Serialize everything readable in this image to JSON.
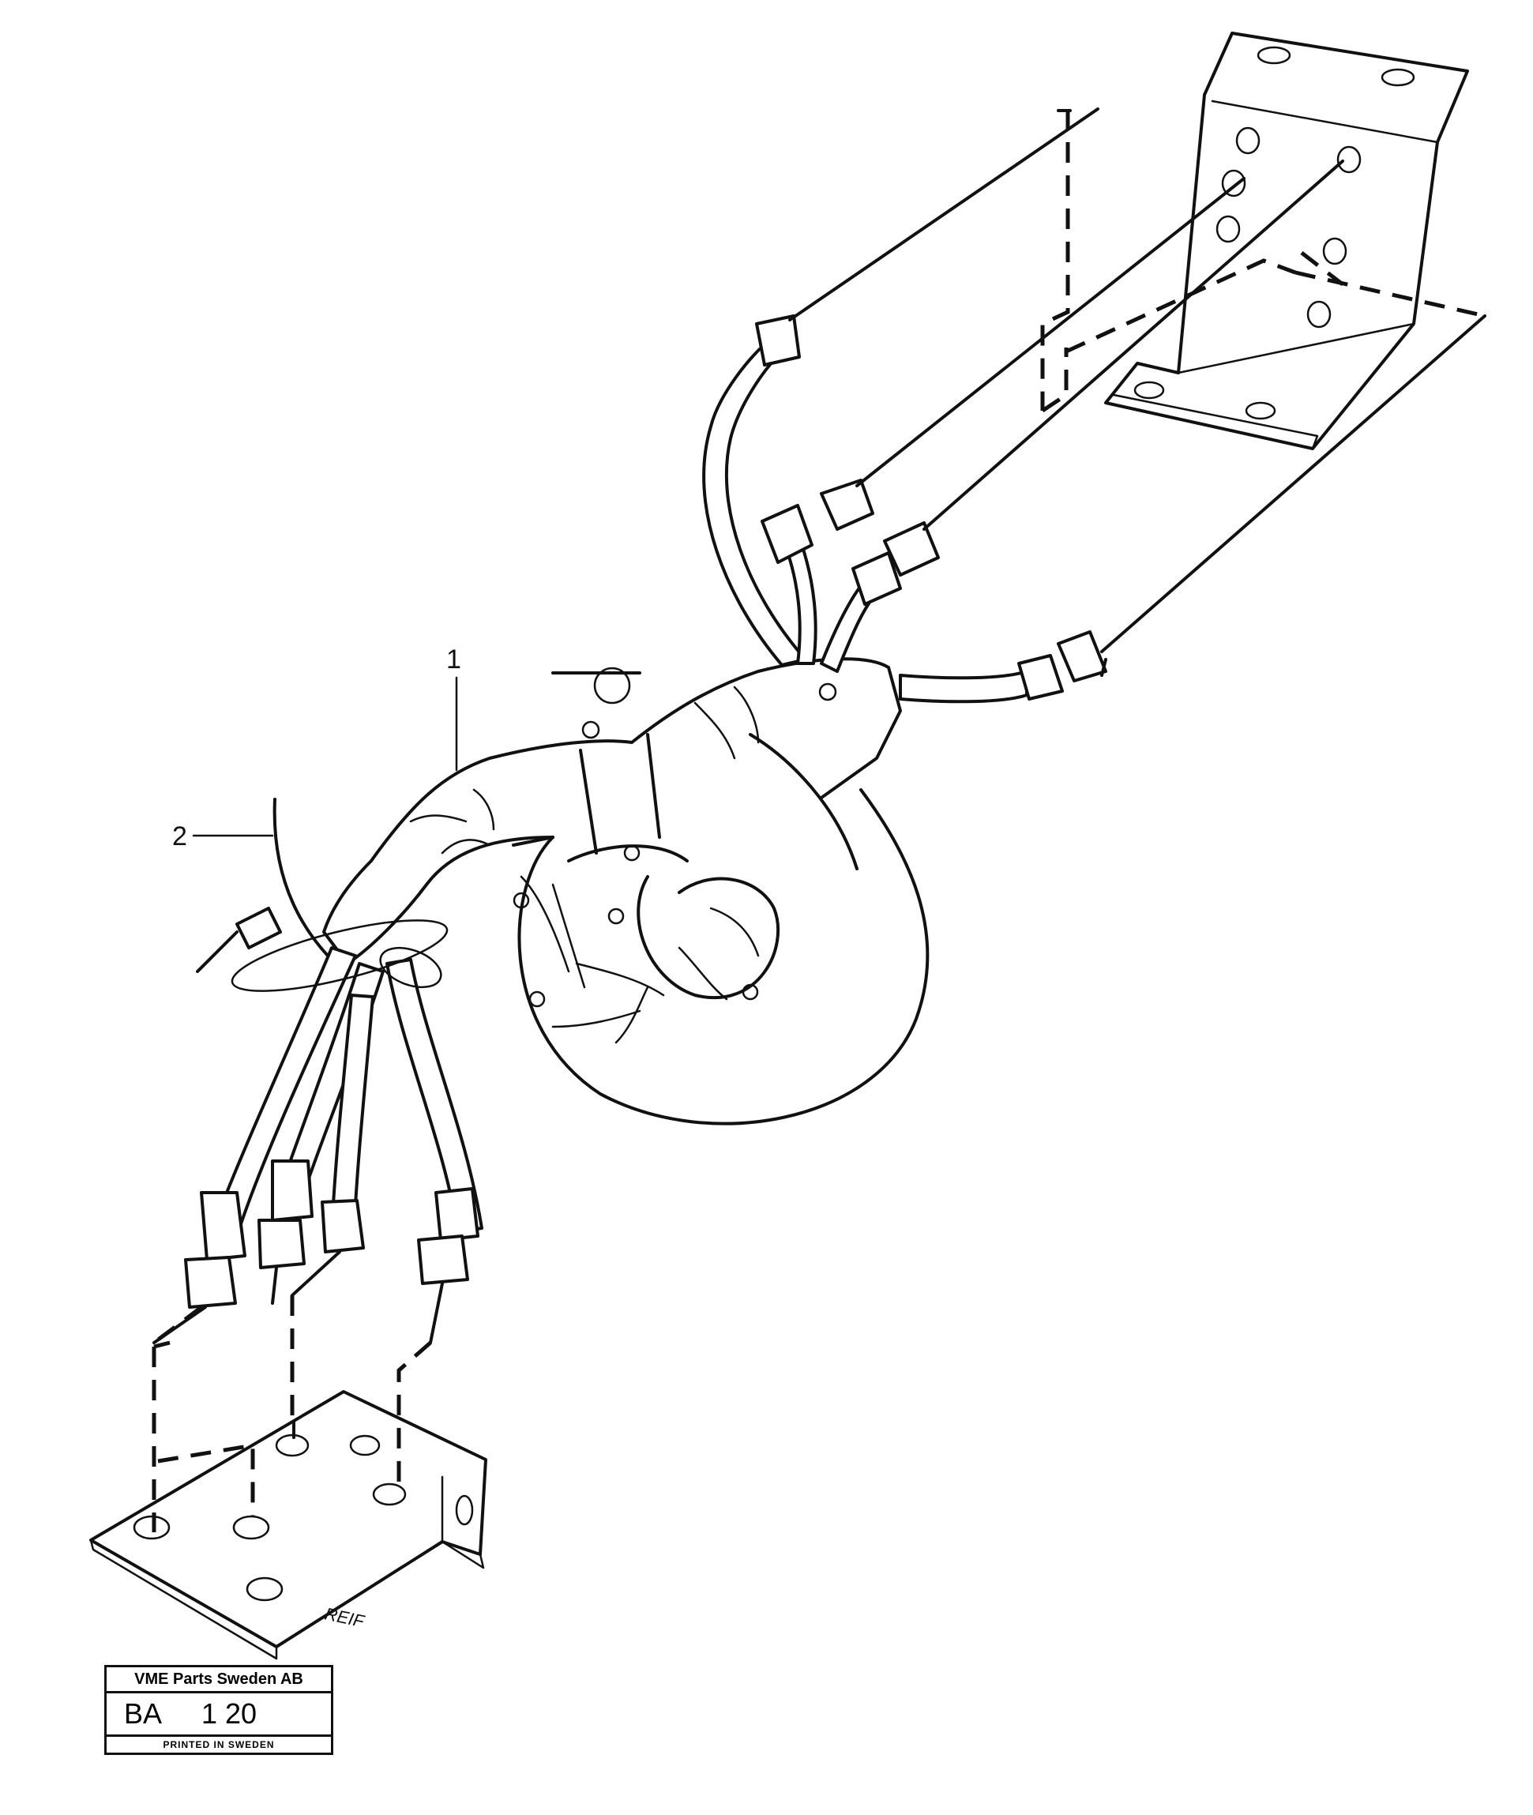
{
  "callouts": [
    {
      "label": "1"
    },
    {
      "label": "2"
    }
  ],
  "bracket_marking": "REIF",
  "title_block": {
    "company": "VME Parts Sweden AB",
    "group": "BA",
    "number": "1 20",
    "printed": "PRINTED IN SWEDEN"
  }
}
